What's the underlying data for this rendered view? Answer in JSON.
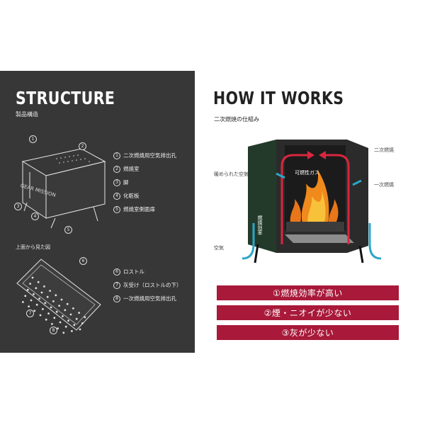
{
  "structure": {
    "title": "STRUCTURE",
    "subtitle": "製品構造",
    "top_view_label": "上面から見た図",
    "stove_brand": "GEAR MISSION",
    "parts_main": [
      {
        "no": "1",
        "label": "二次燃焼用空気排出孔"
      },
      {
        "no": "2",
        "label": "燃焼室"
      },
      {
        "no": "3",
        "label": "脚"
      },
      {
        "no": "4",
        "label": "化粧板"
      },
      {
        "no": "5",
        "label": "燃焼室側面扉"
      }
    ],
    "parts_top": [
      {
        "no": "6",
        "label": "ロストル"
      },
      {
        "no": "7",
        "label": "灰受け（ロストルの下）"
      },
      {
        "no": "8",
        "label": "一次燃焼用空気排出孔"
      }
    ]
  },
  "how": {
    "title": "HOW IT WORKS",
    "subtitle": "二次燃焼の仕組み",
    "labels": {
      "secondary": "二次燃焼",
      "warmed_air": "暖められた空気",
      "gas": "可燃性ガス",
      "primary": "一次燃焼",
      "efficiency": "燃焼効率",
      "air": "空気"
    },
    "benefits": [
      "①燃焼効率が高い",
      "②煙・ニオイが少ない",
      "③灰が少ない"
    ],
    "colors": {
      "benefit_bg": "#a8193a",
      "hot_arrow": "#d8263e",
      "cool_arrow": "#2aa7c8"
    }
  }
}
